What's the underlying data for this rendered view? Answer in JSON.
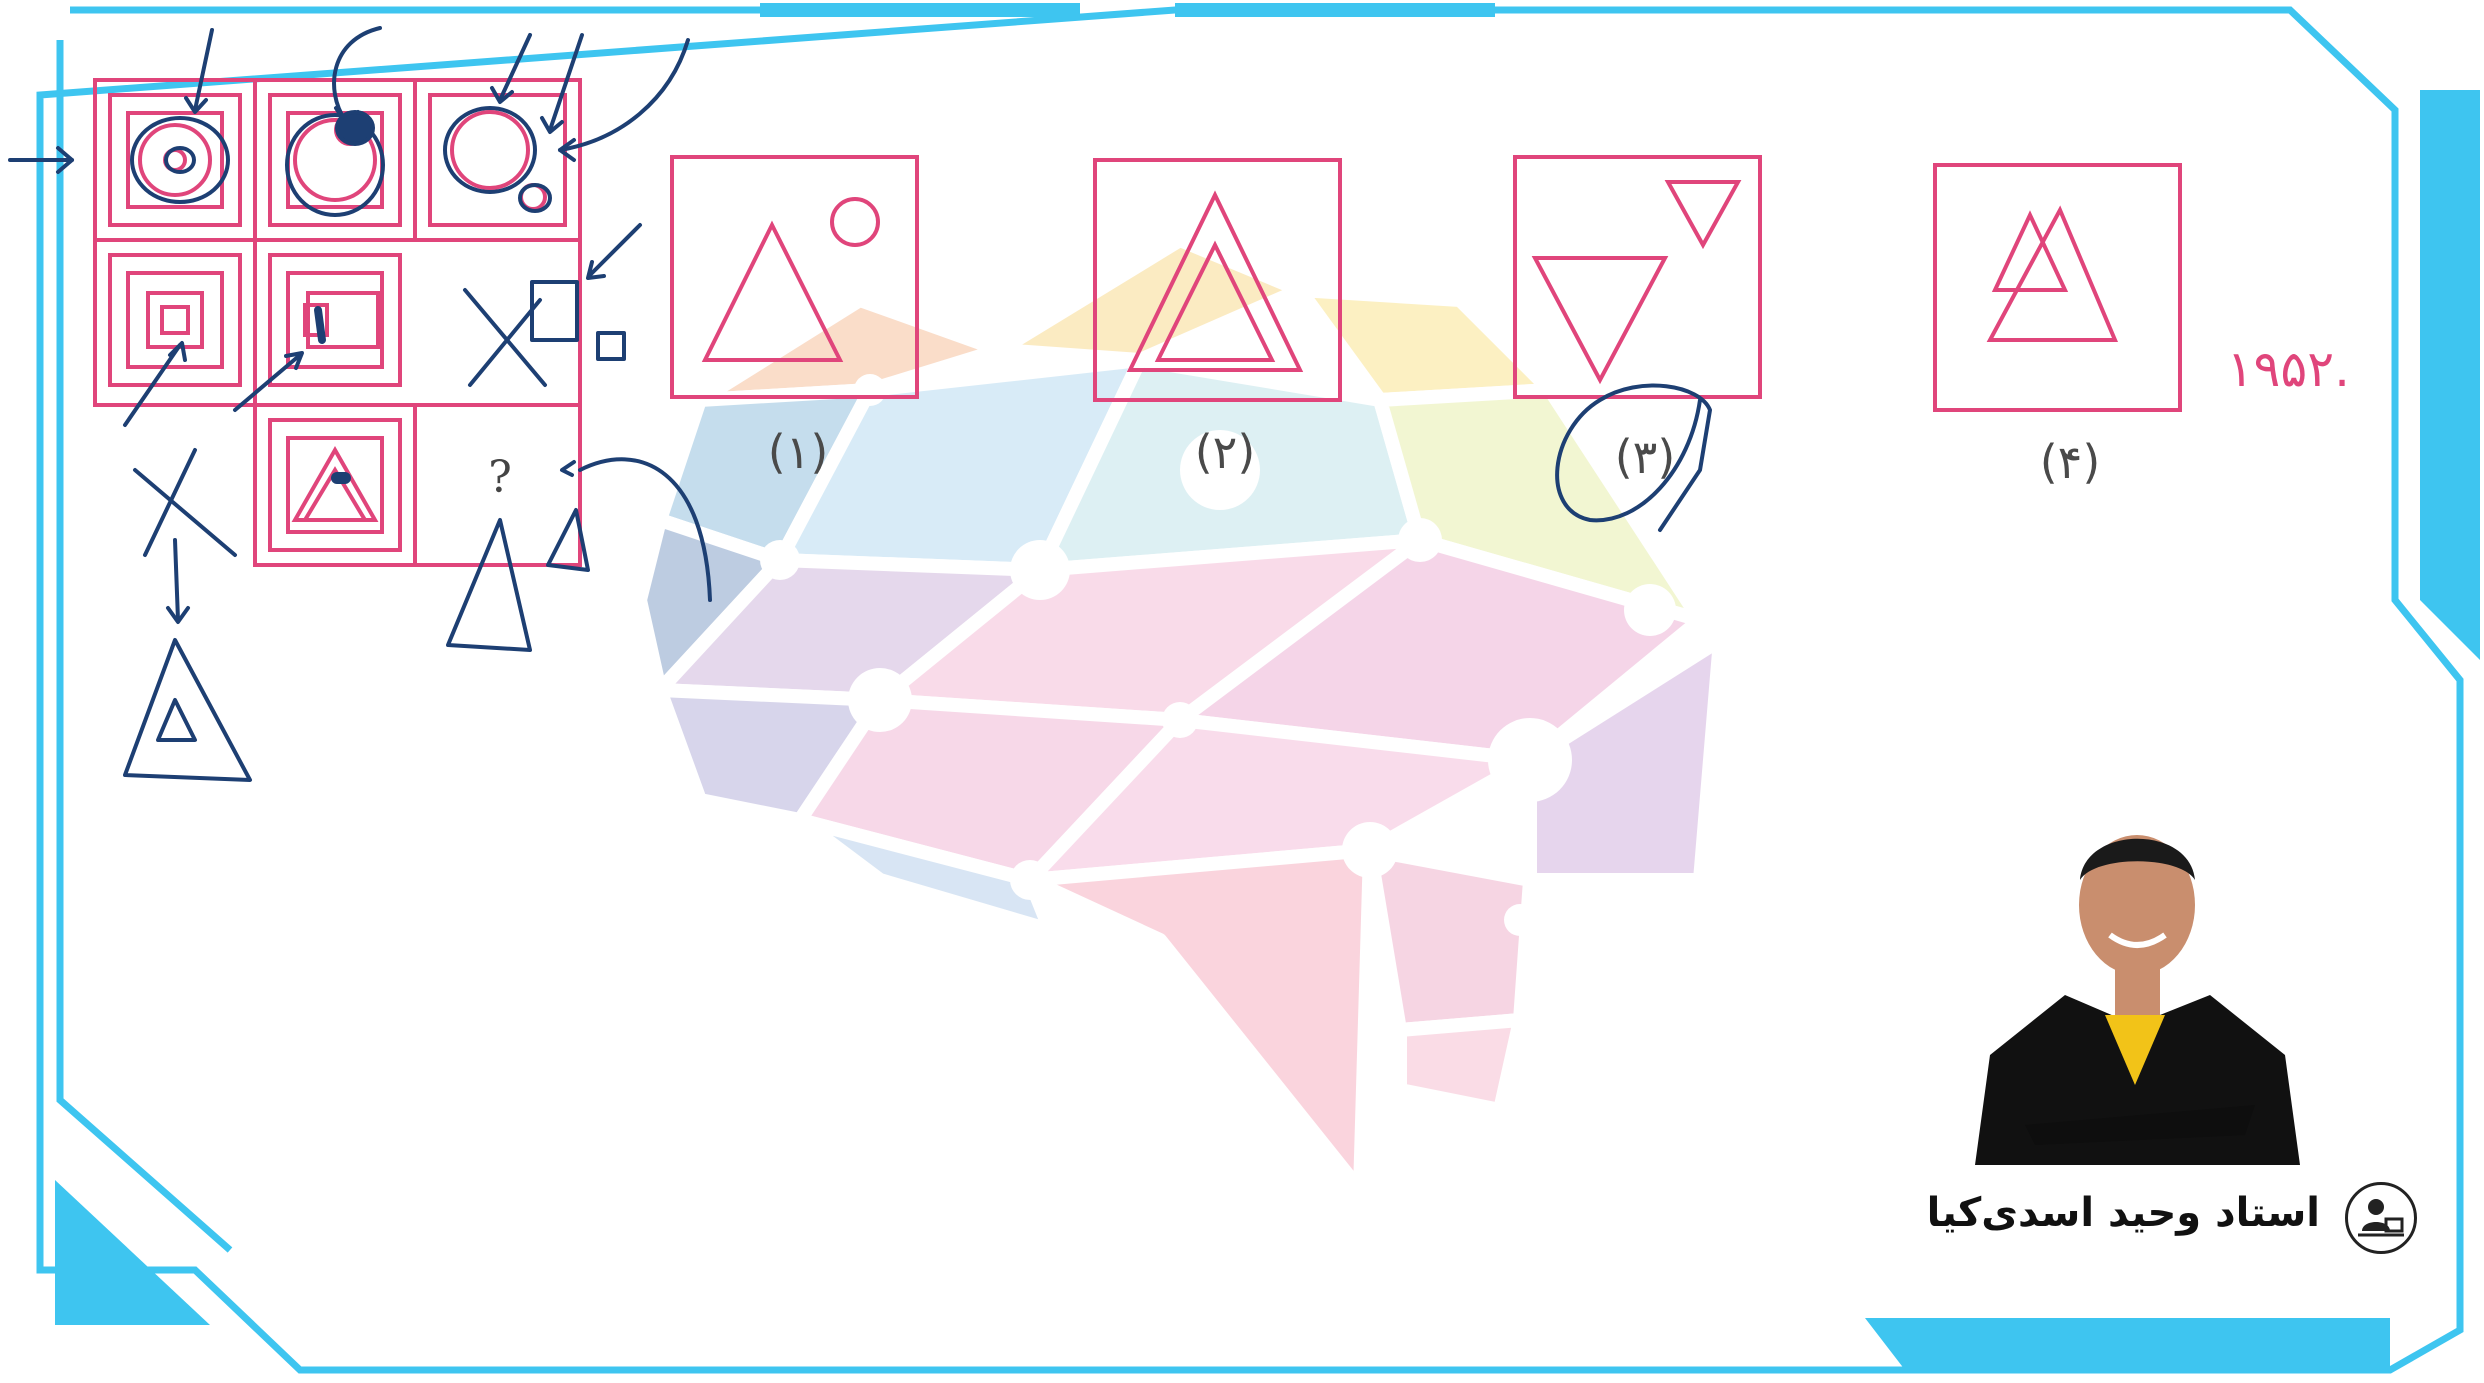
{
  "question": {
    "number": ".۱۹۵۲",
    "grid_missing_mark": "?",
    "options": [
      {
        "label": "(۱)"
      },
      {
        "label": "(۲)"
      },
      {
        "label": "(۳)"
      },
      {
        "label": "(۴)"
      }
    ],
    "circled_option": "(۳)"
  },
  "instructor": {
    "name": "استاد وحید اسدی‌کیا",
    "icon": "teacher-profile-icon"
  },
  "colors": {
    "frame": "#3ec5f0",
    "figure": "#e0457b",
    "ink": "#1d3f73"
  }
}
